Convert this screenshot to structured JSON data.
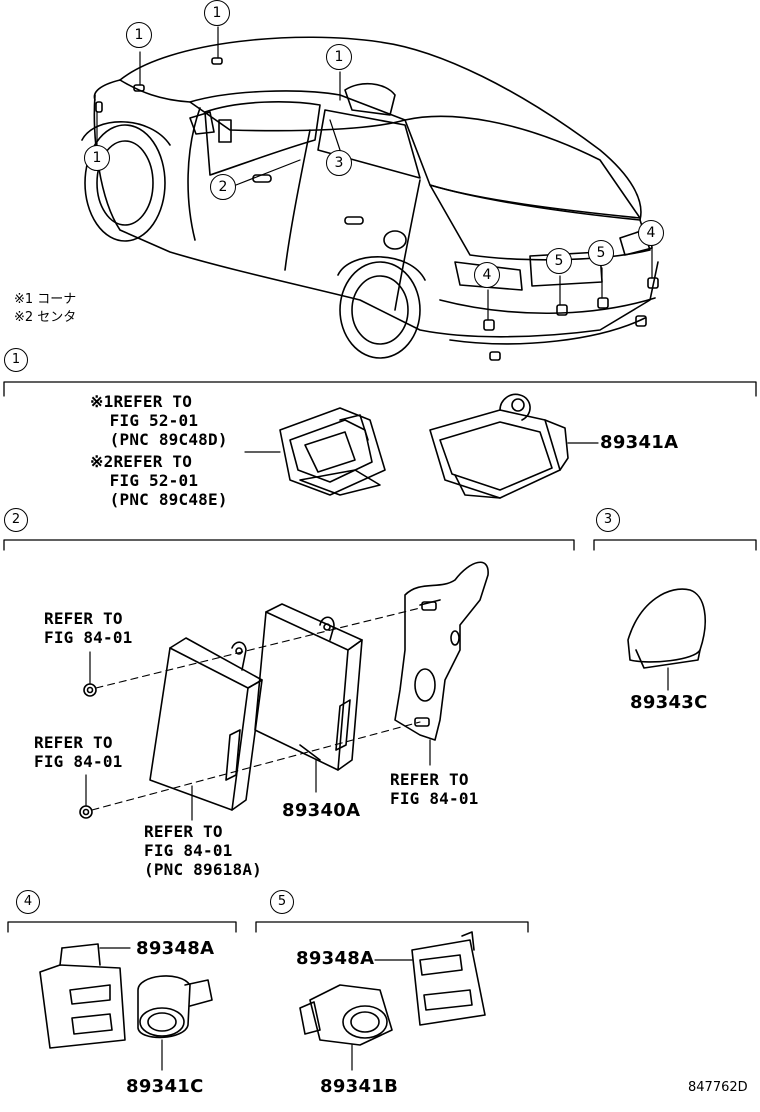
{
  "callouts": {
    "c1": "1",
    "c2": "2",
    "c3": "3",
    "c4": "4",
    "c5": "5"
  },
  "notes": {
    "note1": "※1 コーナ",
    "note2": "※2 センタ"
  },
  "sections": {
    "s1": "1",
    "s2": "2",
    "s3": "3",
    "s4": "4",
    "s5": "5"
  },
  "refs": {
    "r1a": "※1REFER TO\n  FIG 52-01\n  (PNC 89C48D)",
    "r1b": "※2REFER TO\n  FIG 52-01\n  (PNC 89C48E)",
    "r2a": "REFER TO\nFIG 84-01",
    "r2b": "REFER TO\nFIG 84-01",
    "r2c": "REFER TO\nFIG 84-01\n(PNC 89618A)",
    "r2d": "REFER TO\nFIG 84-01"
  },
  "parts": {
    "p89341A": "89341A",
    "p89340A": "89340A",
    "p89343C": "89343C",
    "p89348A_4": "89348A",
    "p89348A_5": "89348A",
    "p89341C": "89341C",
    "p89341B": "89341B"
  },
  "diagram_code": "847762D"
}
